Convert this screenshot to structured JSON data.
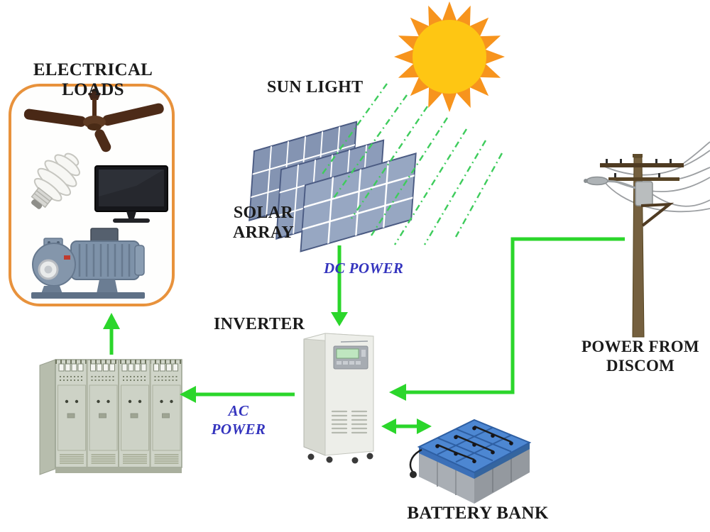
{
  "labels": {
    "electrical_loads": "ELECTRICAL LOADS",
    "sun_light": "SUN LIGHT",
    "solar_array_line1": "SOLAR",
    "solar_array_line2": "ARRAY",
    "dc_power": "DC POWER",
    "inverter": "INVERTER",
    "ac_power_line1": "AC",
    "ac_power_line2": "POWER",
    "power_from_discom_line1": "POWER FROM",
    "power_from_discom_line2": "DISCOM",
    "battery_bank": "BATTERY BANK"
  },
  "colors": {
    "arrow_green": "#2bd62b",
    "ray_dash_green": "#3ecc5c",
    "power_text_blue": "#3434be",
    "label_text_black": "#1a1a1a",
    "loads_box_border_orange": "#e8923c",
    "sun_rays_orange": "#f7941d",
    "sun_core_yellow": "#fec613",
    "background": "#ffffff"
  },
  "components": {
    "electrical_loads_items": [
      "ceiling fan",
      "CFL bulb",
      "television",
      "water pump"
    ],
    "nodes": [
      "sun",
      "solar array",
      "inverter",
      "distribution panel",
      "electrical loads",
      "battery bank",
      "utility pole (DISCOM)"
    ]
  },
  "connections": [
    {
      "from": "sun",
      "to": "solar-array",
      "type": "dashed-rays"
    },
    {
      "from": "solar-array",
      "to": "inverter",
      "type": "arrow-down",
      "label": "DC POWER"
    },
    {
      "from": "inverter",
      "to": "distribution-panel",
      "type": "arrow-left",
      "label": "AC POWER"
    },
    {
      "from": "distribution-panel",
      "to": "electrical-loads",
      "type": "arrow-up"
    },
    {
      "from": "utility-pole",
      "to": "inverter",
      "type": "arrow-elbow"
    },
    {
      "from": "inverter",
      "to": "battery-bank",
      "type": "double-arrow"
    }
  ]
}
